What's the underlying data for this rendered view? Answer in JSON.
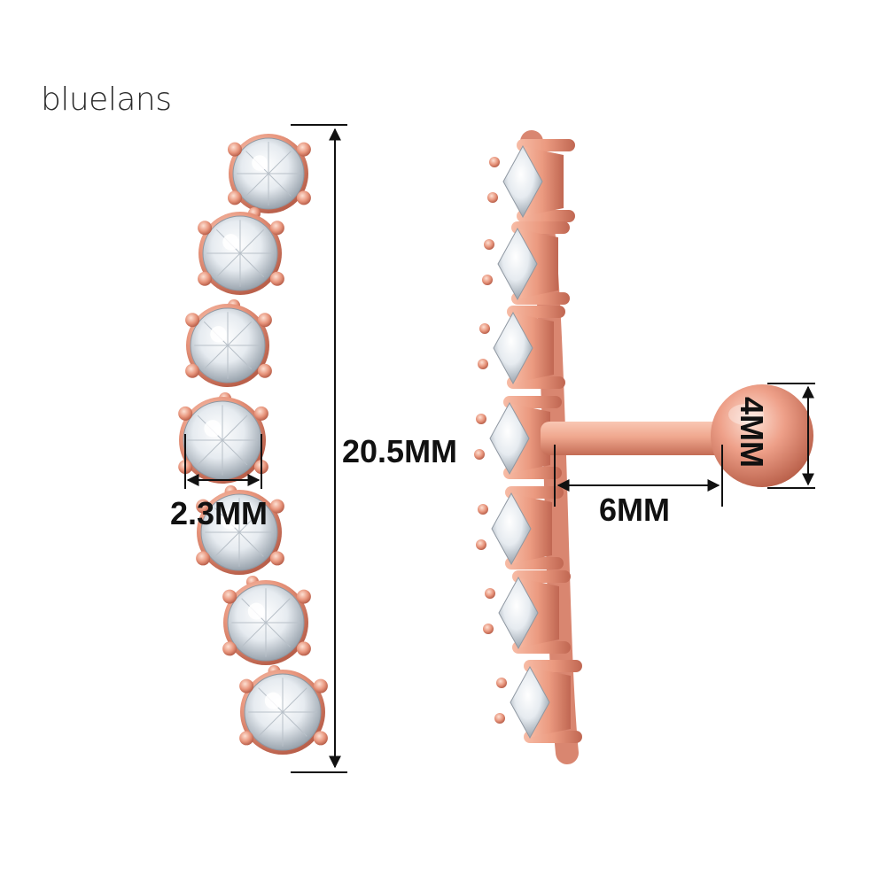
{
  "brand": {
    "logo_text": "bluelans"
  },
  "dimensions": {
    "total_length": "20.5MM",
    "stone_width": "2.3MM",
    "bar_length": "6MM",
    "ball_diameter": "4MM"
  },
  "colors": {
    "metal": "#e8957c",
    "metal_dark": "#c8705a",
    "metal_light": "#fbd2c2",
    "stone": "#eef2f6",
    "stone_shadow": "#aab3bd",
    "line": "#111111"
  },
  "product": {
    "front_stone_count": 7,
    "side_stone_count": 7
  }
}
